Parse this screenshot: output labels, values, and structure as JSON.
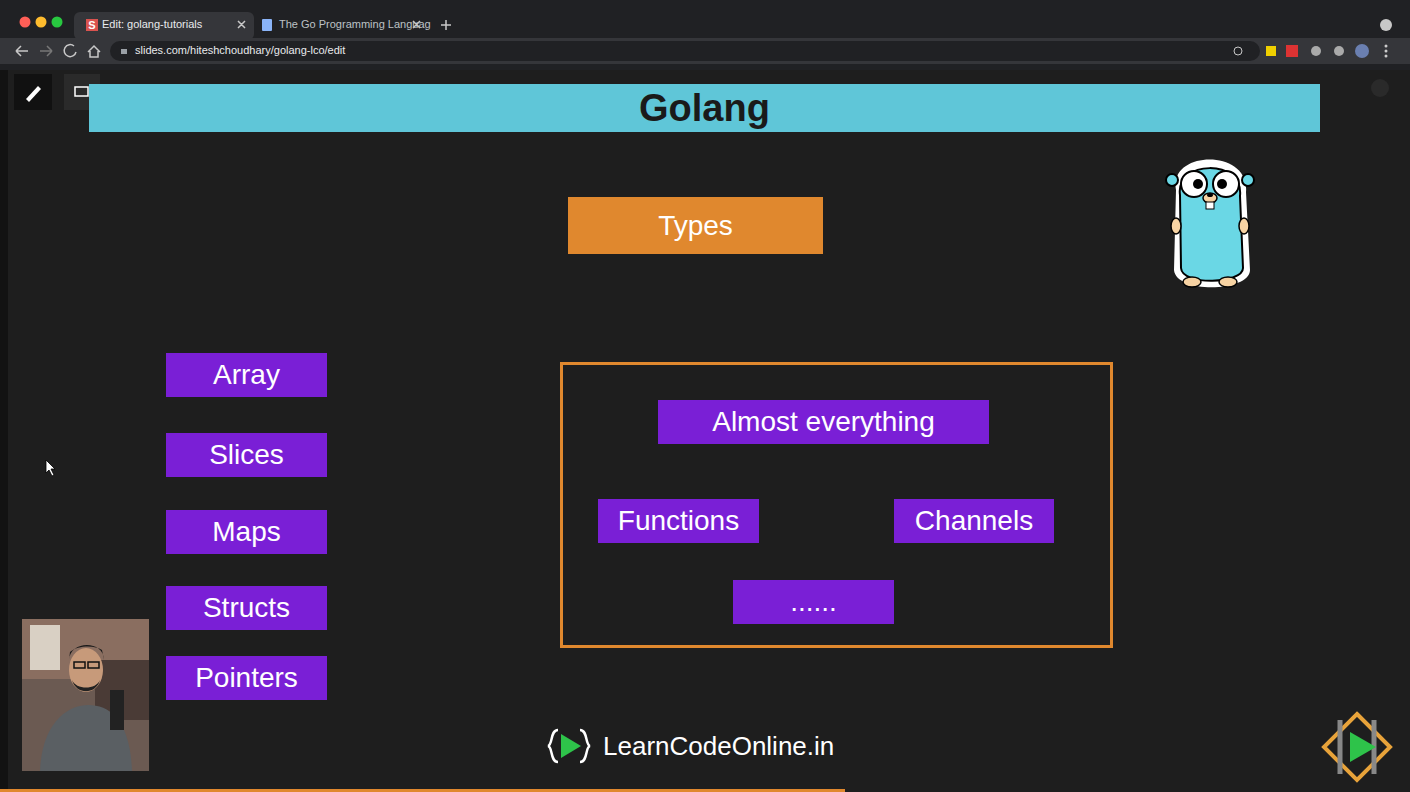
{
  "diagram": {
    "title": "Golang",
    "nodes": [
      {
        "text": [
          "Types"
        ]
      },
      {
        "text": [
          "Array"
        ]
      },
      {
        "text": [
          "Slices"
        ]
      },
      {
        "text": [
          "Maps"
        ]
      },
      {
        "text": [
          "Structs"
        ]
      },
      {
        "text": [
          "Pointers"
        ]
      },
      {
        "text": []
      },
      {
        "text": [
          "Almost everything"
        ],
        "in": 6
      },
      {
        "text": [
          "Functions"
        ],
        "in": 6
      },
      {
        "text": [
          "Channels"
        ],
        "in": 6
      },
      {
        "text": [
          "......"
        ],
        "in": 6
      }
    ],
    "labels": [
      "S",
      "Edit: golang-tutorials",
      "The Go Programming Languag",
      "slides.com/hiteshchoudhary/golang-lco/edit",
      "LearnCodeOnline.in"
    ]
  }
}
